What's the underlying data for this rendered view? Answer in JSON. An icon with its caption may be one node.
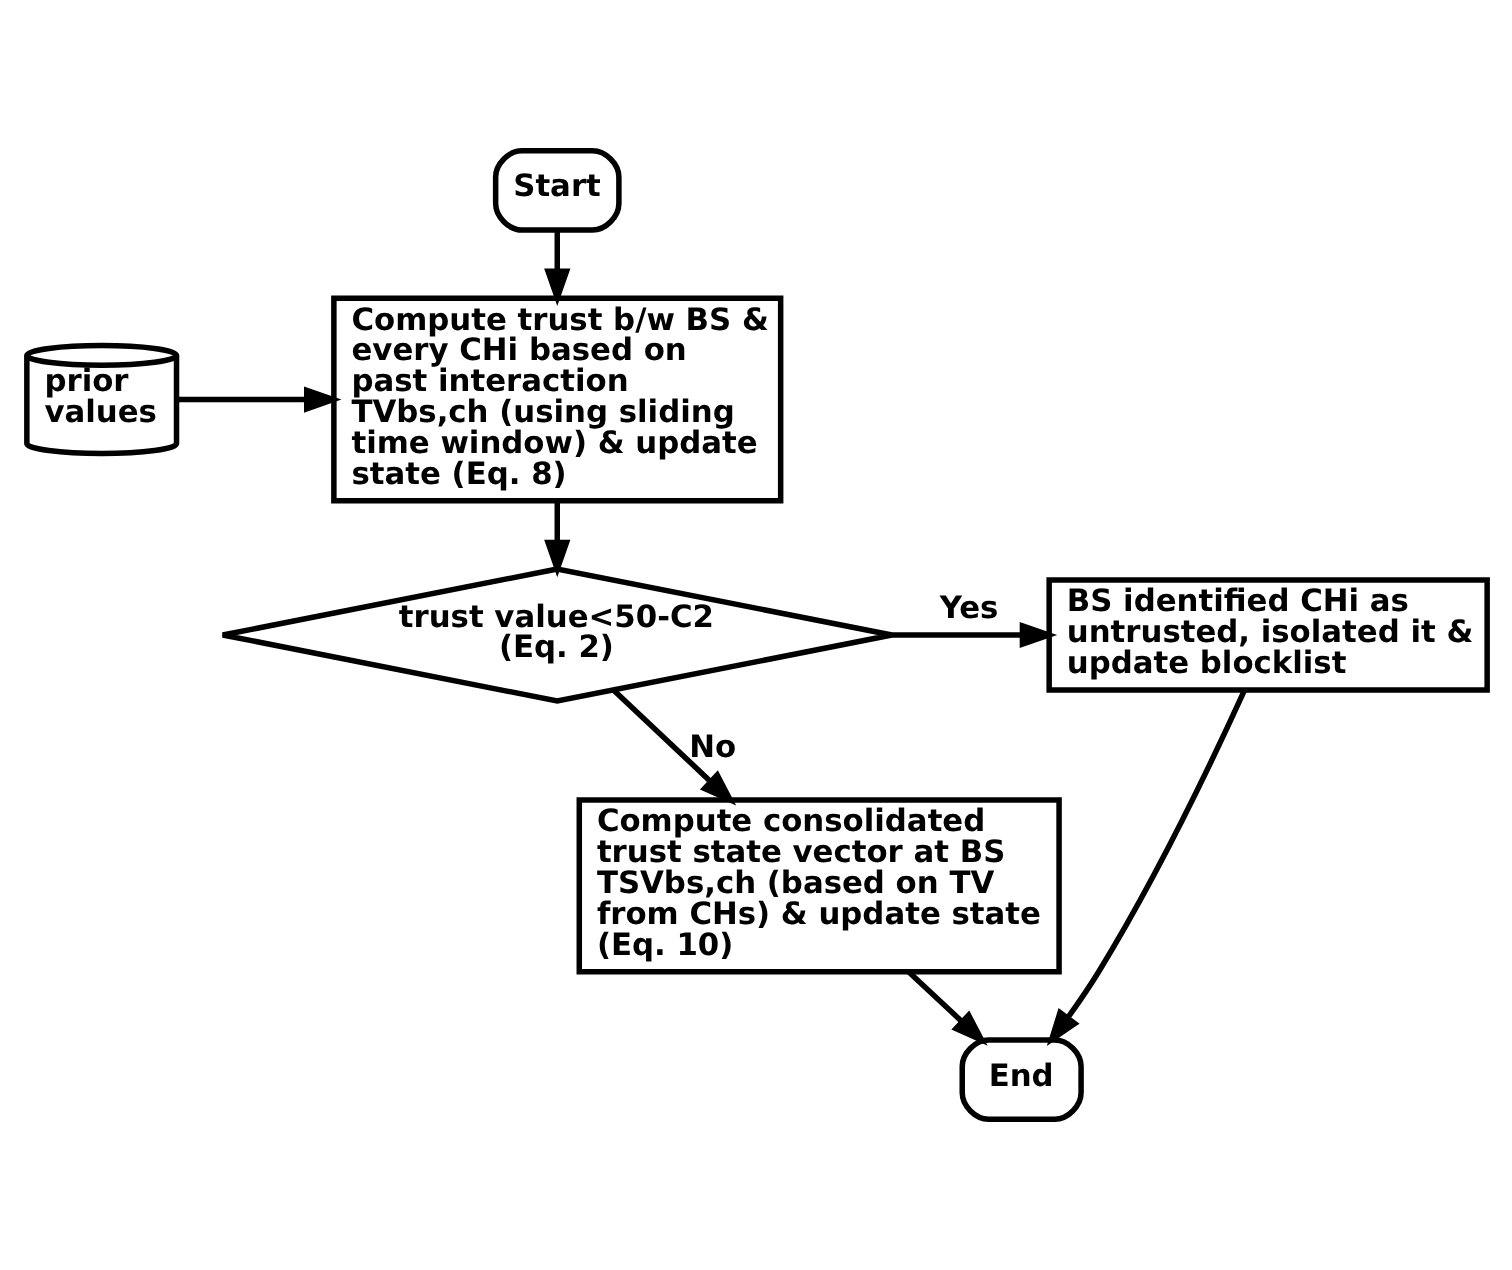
{
  "diagram": {
    "nodes": [
      {
        "text": [
          "Start"
        ]
      },
      {
        "text": [
          "prior values"
        ]
      },
      {
        "text": [
          "Compute trust b/w BS & every CHi based on past interaction TVbs,ch (using sliding time window) & update state (Eq. 8)"
        ]
      },
      {
        "text": [
          "trust value<50-C2 (Eq. 2)"
        ]
      },
      {
        "text": [
          "BS identified CHi as untrusted, isolated it & update blocklist"
        ]
      },
      {
        "text": [
          "Compute consolidated trust state vector at BS TSVbs,ch (based on TV from CHs) & update state (Eq. 10)"
        ]
      },
      {
        "text": [
          "End"
        ]
      }
    ],
    "edges": [
      {
        "from": 0,
        "to": 2,
        "arrow": "to"
      },
      {
        "from": 1,
        "to": 2,
        "arrow": "to"
      },
      {
        "from": 2,
        "to": 3,
        "arrow": "to"
      },
      {
        "from": 3,
        "to": 4,
        "arrow": "to",
        "label": "Yes"
      },
      {
        "from": 3,
        "to": 5,
        "arrow": "to",
        "label": "No"
      },
      {
        "from": 5,
        "to": 6,
        "arrow": "to"
      },
      {
        "from": 4,
        "to": 6,
        "arrow": "to"
      }
    ]
  }
}
